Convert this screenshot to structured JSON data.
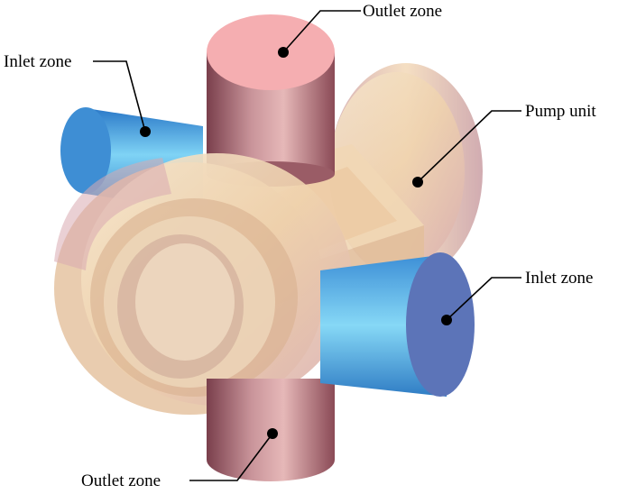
{
  "labels": {
    "outlet_top": "Outlet zone",
    "inlet_left": "Inlet zone",
    "pump_unit": "Pump unit",
    "inlet_right": "Inlet zone",
    "outlet_bottom": "Outlet zone"
  },
  "colors": {
    "outlet": "#c48a92",
    "outlet_cap": "#f4aeb2",
    "inlet": "#5fb8e6",
    "inlet_cap": "#5f78b8",
    "pump": "#f2d8b6"
  }
}
